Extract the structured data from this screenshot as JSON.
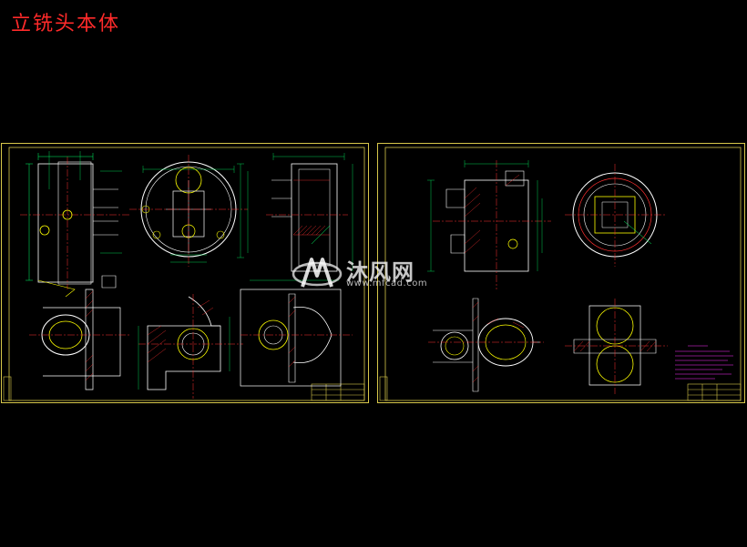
{
  "title": "立铣头本体",
  "watermark": {
    "brand": "沐风网",
    "url": "www.mfcad.com"
  },
  "colors": {
    "background": "#000000",
    "title": "#ff2a2a",
    "frame": "#d8c84a",
    "outline": "#ffffff",
    "dimension": "#00ff66",
    "centerline": "#ff3030",
    "hatch": "#ff3030",
    "highlight": "#ffff00"
  },
  "drawings": {
    "left_sheet": "assembly-sheet-1",
    "right_sheet": "assembly-sheet-2"
  }
}
